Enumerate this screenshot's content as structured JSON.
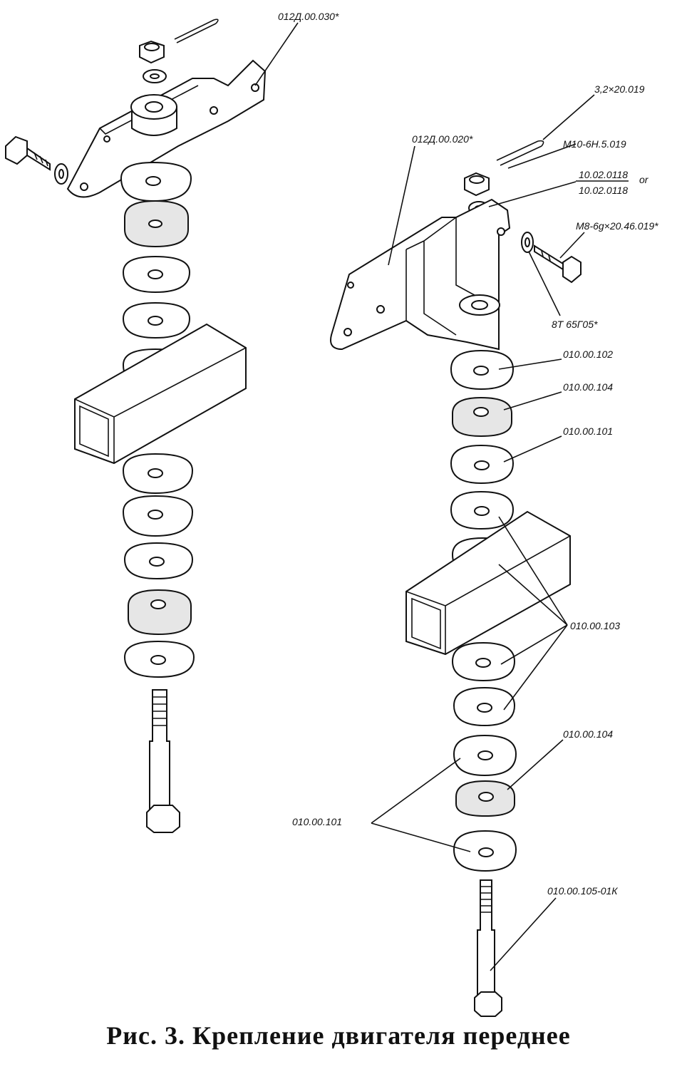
{
  "caption": "Рис. 3. Крепление двигателя переднее",
  "labels": {
    "bracket_left": "012Д.00.030*",
    "bracket_right": "012Д.00.020*",
    "cotter_pin": "3,2×20.019",
    "castle_nut": "М10-6Н.5.019",
    "washer_a": "10.02.0118",
    "washer_or": "or",
    "washer_b": "10.02.0118",
    "bolt_m8": "М8-6g×20.46.019*",
    "spring_washer": "8Т 65Г05*",
    "plate_102": "010.00.102",
    "pad_104_top": "010.00.104",
    "plate_101_top": "010.00.101",
    "plate_103": "010.00.103",
    "pad_104_bottom": "010.00.104",
    "plate_101_bottom": "010.00.101",
    "bolt_long": "010.00.105-01К"
  }
}
